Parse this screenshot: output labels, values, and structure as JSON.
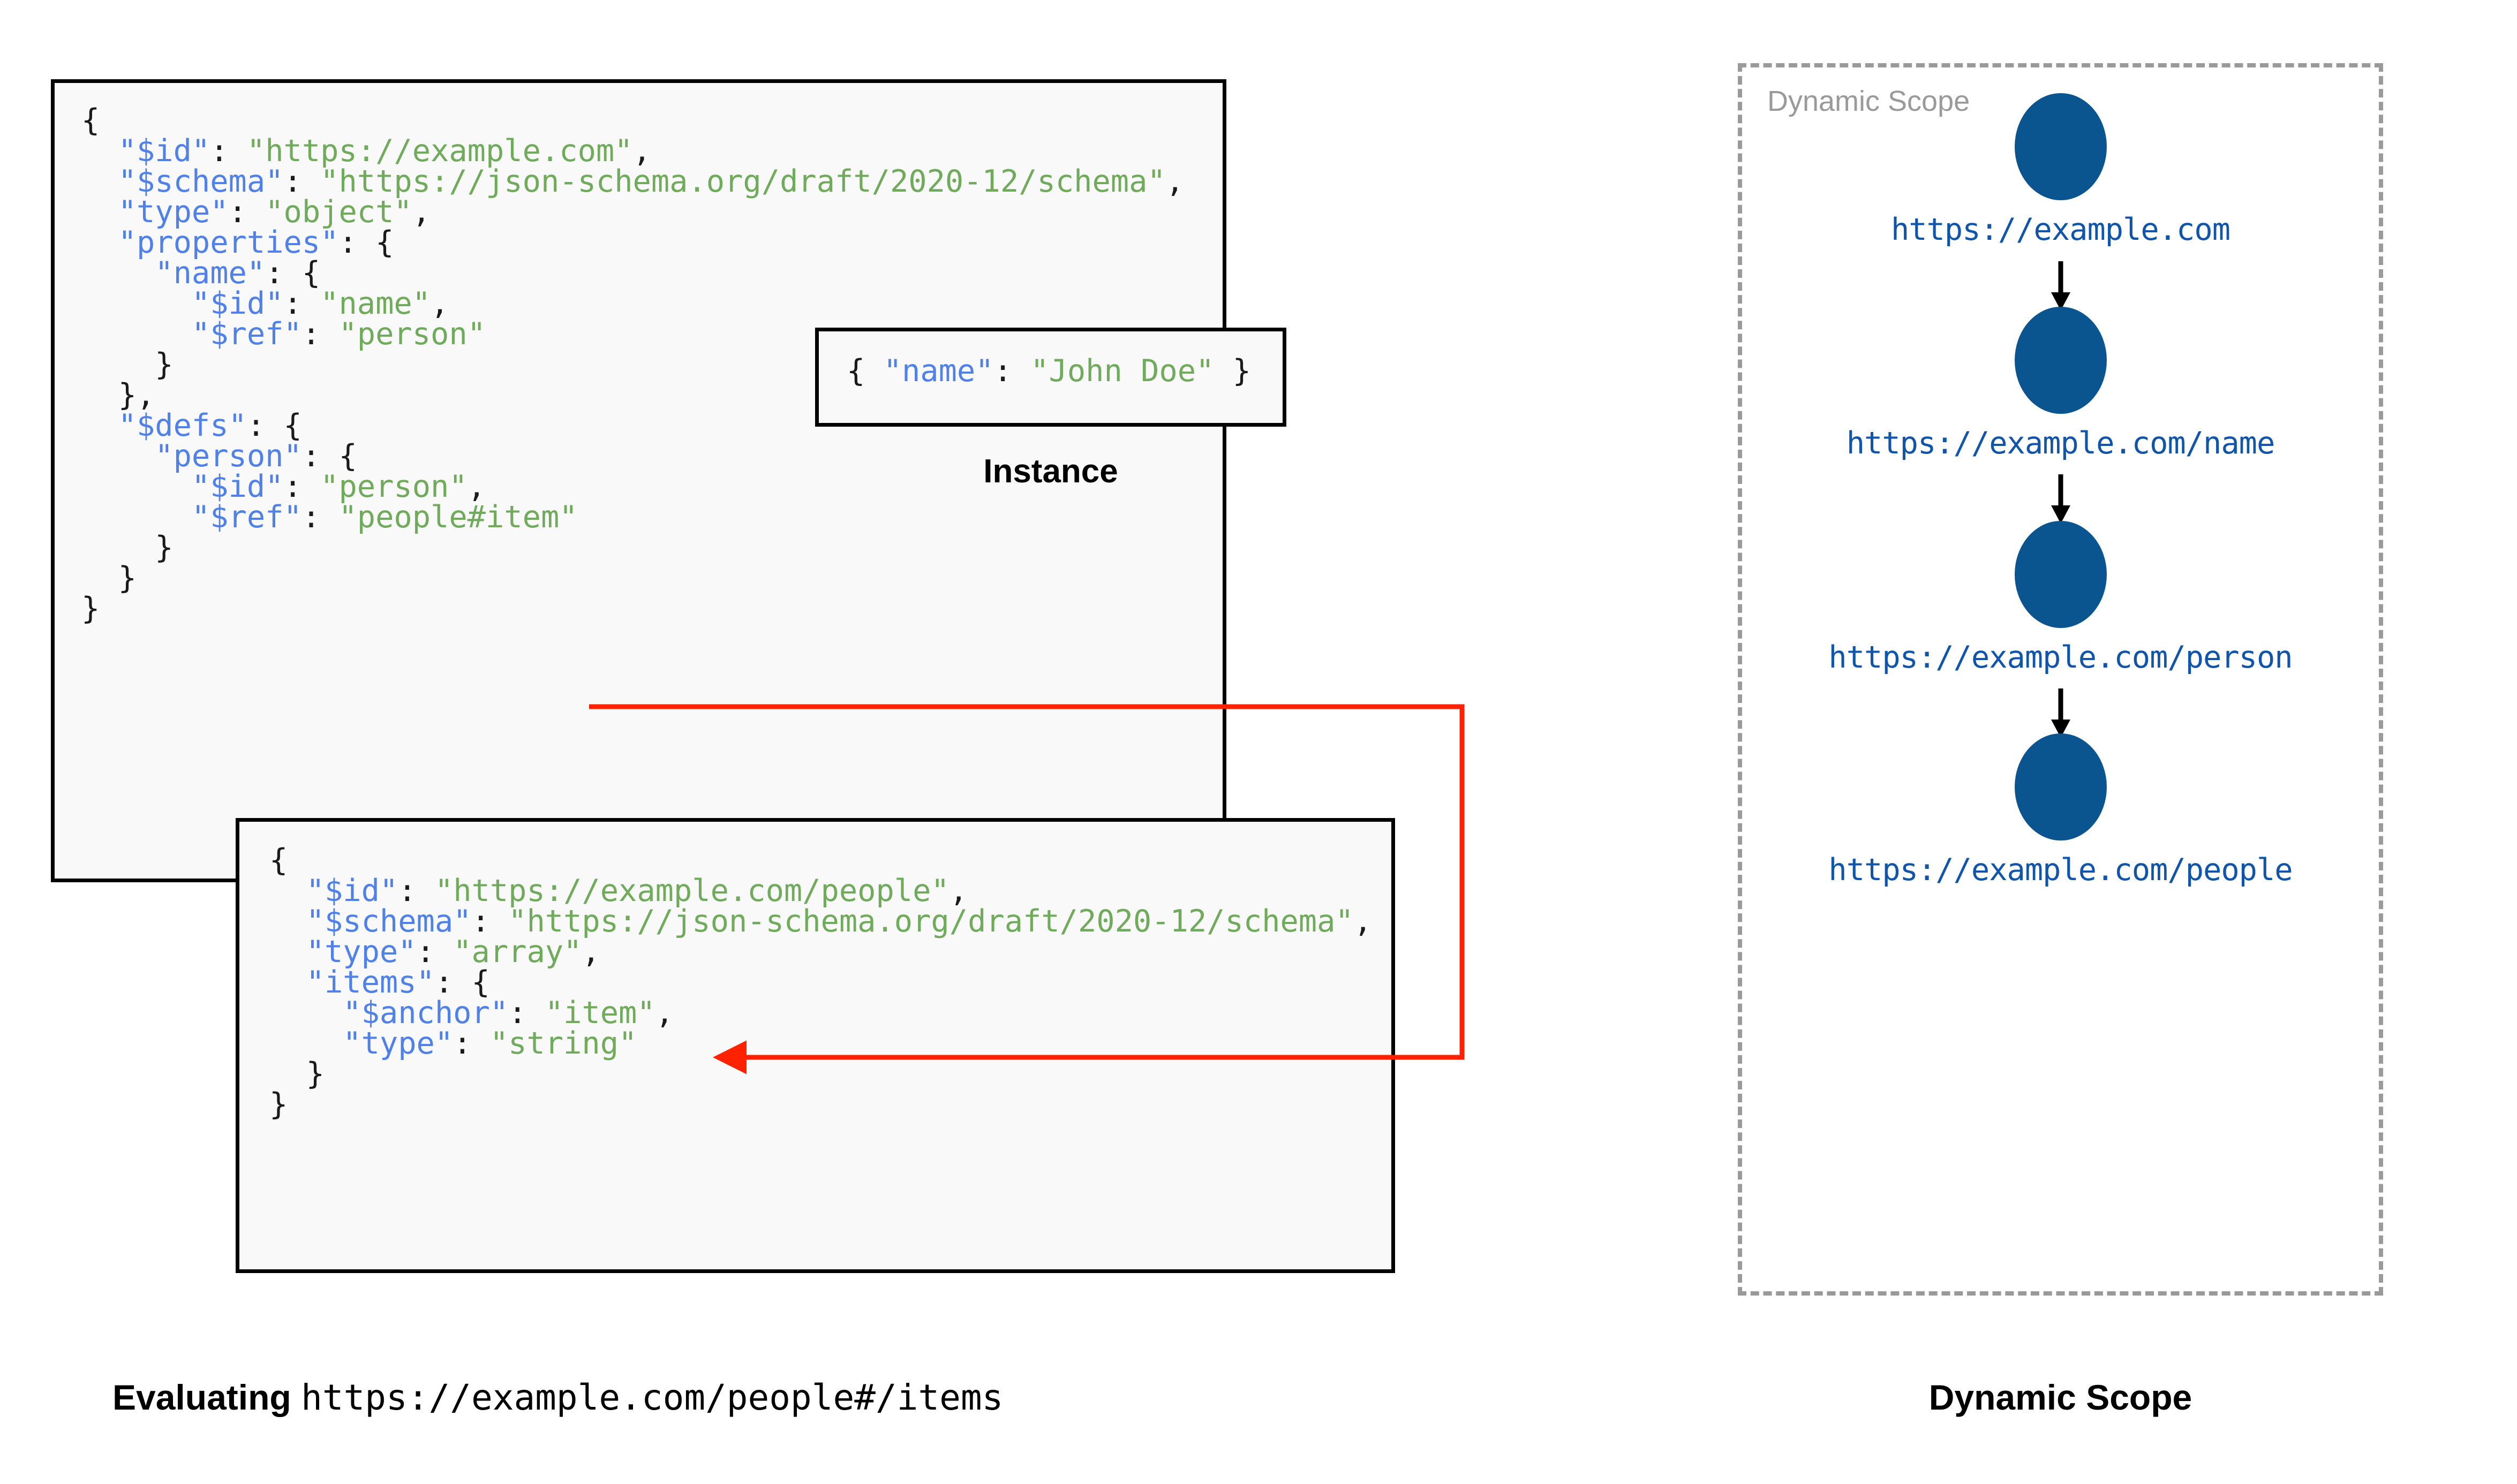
{
  "diagram": {
    "title_left": "Evaluating https://example.com/people#/items",
    "title_right": "Dynamic Scope"
  },
  "root_schema_box": {
    "name": "root-schema",
    "lines": [
      {
        "indent": 0,
        "tokens": [
          {
            "t": "{",
            "c": "p"
          }
        ]
      },
      {
        "indent": 1,
        "tokens": [
          {
            "t": "\"$id\"",
            "c": "k"
          },
          {
            "t": ": ",
            "c": "p"
          },
          {
            "t": "\"https://example.com\"",
            "c": "v"
          },
          {
            "t": ",",
            "c": "p"
          }
        ]
      },
      {
        "indent": 1,
        "tokens": [
          {
            "t": "\"$schema\"",
            "c": "k"
          },
          {
            "t": ": ",
            "c": "p"
          },
          {
            "t": "\"https://json-schema.org/draft/2020-12/schema\"",
            "c": "v"
          },
          {
            "t": ",",
            "c": "p"
          }
        ]
      },
      {
        "indent": 1,
        "tokens": [
          {
            "t": "\"type\"",
            "c": "k"
          },
          {
            "t": ": ",
            "c": "p"
          },
          {
            "t": "\"object\"",
            "c": "v"
          },
          {
            "t": ",",
            "c": "p"
          }
        ]
      },
      {
        "indent": 1,
        "tokens": [
          {
            "t": "\"properties\"",
            "c": "k"
          },
          {
            "t": ": {",
            "c": "p"
          }
        ]
      },
      {
        "indent": 2,
        "tokens": [
          {
            "t": "\"name\"",
            "c": "k"
          },
          {
            "t": ": {",
            "c": "p"
          }
        ]
      },
      {
        "indent": 3,
        "tokens": [
          {
            "t": "\"$id\"",
            "c": "k"
          },
          {
            "t": ": ",
            "c": "p"
          },
          {
            "t": "\"name\"",
            "c": "v"
          },
          {
            "t": ",",
            "c": "p"
          }
        ]
      },
      {
        "indent": 3,
        "tokens": [
          {
            "t": "\"$ref\"",
            "c": "k"
          },
          {
            "t": ": ",
            "c": "p"
          },
          {
            "t": "\"person\"",
            "c": "v"
          }
        ]
      },
      {
        "indent": 2,
        "tokens": [
          {
            "t": "}",
            "c": "p"
          }
        ]
      },
      {
        "indent": 1,
        "tokens": [
          {
            "t": "},",
            "c": "p"
          }
        ]
      },
      {
        "indent": 1,
        "tokens": [
          {
            "t": "\"$defs\"",
            "c": "k"
          },
          {
            "t": ": {",
            "c": "p"
          }
        ]
      },
      {
        "indent": 2,
        "tokens": [
          {
            "t": "\"person\"",
            "c": "k"
          },
          {
            "t": ": {",
            "c": "p"
          }
        ]
      },
      {
        "indent": 3,
        "tokens": [
          {
            "t": "\"$id\"",
            "c": "k"
          },
          {
            "t": ": ",
            "c": "p"
          },
          {
            "t": "\"person\"",
            "c": "v"
          },
          {
            "t": ",",
            "c": "p"
          }
        ]
      },
      {
        "indent": 3,
        "tokens": [
          {
            "t": "\"$ref\"",
            "c": "k"
          },
          {
            "t": ": ",
            "c": "p"
          },
          {
            "t": "\"people#item\"",
            "c": "v"
          }
        ]
      },
      {
        "indent": 2,
        "tokens": [
          {
            "t": "}",
            "c": "p"
          }
        ]
      },
      {
        "indent": 1,
        "tokens": [
          {
            "t": "}",
            "c": "p"
          }
        ]
      },
      {
        "indent": 0,
        "tokens": [
          {
            "t": "}",
            "c": "p"
          }
        ]
      }
    ]
  },
  "instance_box": {
    "name": "instance",
    "caption": "Instance",
    "lines": [
      {
        "indent": 0,
        "tokens": [
          {
            "t": "{ ",
            "c": "p"
          },
          {
            "t": "\"name\"",
            "c": "k"
          },
          {
            "t": ": ",
            "c": "p"
          },
          {
            "t": "\"John Doe\"",
            "c": "v"
          },
          {
            "t": " }",
            "c": "p"
          }
        ]
      }
    ]
  },
  "people_schema_box": {
    "name": "people-schema",
    "lines": [
      {
        "indent": 0,
        "tokens": [
          {
            "t": "{",
            "c": "p"
          }
        ]
      },
      {
        "indent": 1,
        "tokens": [
          {
            "t": "\"$id\"",
            "c": "k"
          },
          {
            "t": ": ",
            "c": "p"
          },
          {
            "t": "\"https://example.com/people\"",
            "c": "v"
          },
          {
            "t": ",",
            "c": "p"
          }
        ]
      },
      {
        "indent": 1,
        "tokens": [
          {
            "t": "\"$schema\"",
            "c": "k"
          },
          {
            "t": ": ",
            "c": "p"
          },
          {
            "t": "\"https://json-schema.org/draft/2020-12/schema\"",
            "c": "v"
          },
          {
            "t": ",",
            "c": "p"
          }
        ]
      },
      {
        "indent": 1,
        "tokens": [
          {
            "t": "\"type\"",
            "c": "k"
          },
          {
            "t": ": ",
            "c": "p"
          },
          {
            "t": "\"array\"",
            "c": "v"
          },
          {
            "t": ",",
            "c": "p"
          }
        ]
      },
      {
        "indent": 1,
        "tokens": [
          {
            "t": "\"items\"",
            "c": "k"
          },
          {
            "t": ": {",
            "c": "p"
          }
        ]
      },
      {
        "indent": 2,
        "tokens": [
          {
            "t": "\"$anchor\"",
            "c": "k"
          },
          {
            "t": ": ",
            "c": "p"
          },
          {
            "t": "\"item\"",
            "c": "v"
          },
          {
            "t": ",",
            "c": "p"
          }
        ]
      },
      {
        "indent": 2,
        "tokens": [
          {
            "t": "\"type\"",
            "c": "k"
          },
          {
            "t": ": ",
            "c": "p"
          },
          {
            "t": "\"string\"",
            "c": "v"
          }
        ]
      },
      {
        "indent": 1,
        "tokens": [
          {
            "t": "}",
            "c": "p"
          }
        ]
      },
      {
        "indent": 0,
        "tokens": [
          {
            "t": "}",
            "c": "p"
          }
        ]
      }
    ]
  },
  "dynamic_scope": {
    "panel_label": "Dynamic Scope",
    "caption": "Dynamic Scope",
    "node_color": "#0a5490",
    "label_color": "#1155aa",
    "border_color": "#9a9a9a",
    "nodes": [
      {
        "label": "https://example.com"
      },
      {
        "label": "https://example.com/name"
      },
      {
        "label": "https://example.com/person"
      },
      {
        "label": "https://example.com/people"
      }
    ]
  },
  "reference_arrow": {
    "color": "#ff2200",
    "from": "\"$ref\": \"people#item\"",
    "to": "\"$anchor\": \"item\""
  },
  "captions": {
    "evaluating_bold": "Evaluating",
    "evaluating_uri": "https://example.com/people#/items",
    "dynamic_scope": "Dynamic Scope"
  }
}
